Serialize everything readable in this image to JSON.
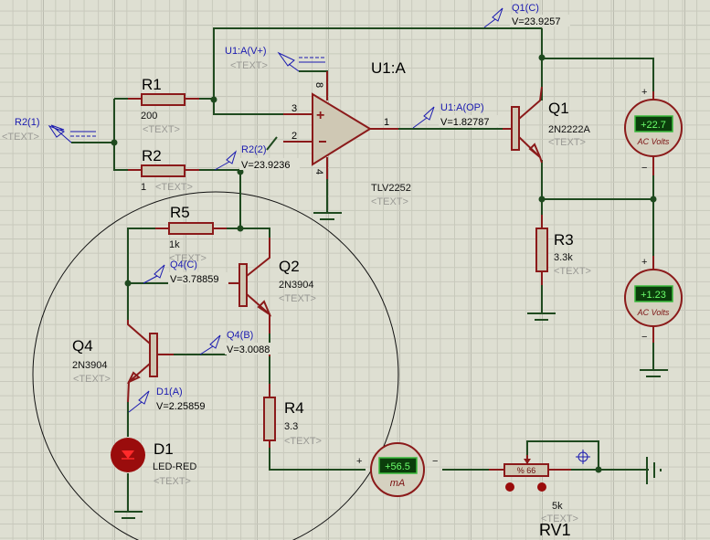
{
  "app": "Proteus ISIS schematic",
  "placeholder_text": "<TEXT>",
  "components": {
    "R1": {
      "ref": "R1",
      "value": "200"
    },
    "R2": {
      "ref": "R2",
      "value": "1"
    },
    "R3": {
      "ref": "R3",
      "value": "3.3k"
    },
    "R4": {
      "ref": "R4",
      "value": "3.3"
    },
    "R5": {
      "ref": "R5",
      "value": "1k"
    },
    "U1": {
      "ref": "U1:A",
      "value": "TLV2252",
      "pins": {
        "plus": "3",
        "minus": "2",
        "out": "1",
        "vplus": "8",
        "vminus": "4"
      }
    },
    "Q1": {
      "ref": "Q1",
      "value": "2N2222A"
    },
    "Q2": {
      "ref": "Q2",
      "value": "2N3904"
    },
    "Q4": {
      "ref": "Q4",
      "value": "2N3904"
    },
    "D1": {
      "ref": "D1",
      "value": "LED-RED"
    },
    "RV1": {
      "ref": "RV1",
      "value": "5k",
      "wiper": "% 66"
    }
  },
  "probes": {
    "r2_1": {
      "name": "R2(1)"
    },
    "u1_vplus": {
      "name": "U1:A(V+)"
    },
    "r2_2": {
      "name": "R2(2)",
      "voltage": "V=23.9236"
    },
    "u1_op": {
      "name": "U1:A(OP)",
      "voltage": "V=1.82787"
    },
    "q1_c": {
      "name": "Q1(C)",
      "voltage": "V=23.9257"
    },
    "q4_c": {
      "name": "Q4(C)",
      "voltage": "V=3.78859"
    },
    "q4_b": {
      "name": "Q4(B)",
      "voltage": "V=3.0088"
    },
    "d1_a": {
      "name": "D1(A)",
      "voltage": "V=2.25859"
    }
  },
  "meters": {
    "volt1": {
      "reading": "+22.7",
      "unit": "AC Volts"
    },
    "volt2": {
      "reading": "+1.23",
      "unit": "AC Volts"
    },
    "amm": {
      "reading": "+56.5",
      "unit": "mA"
    }
  },
  "colors": {
    "wire": "#1f4a1f",
    "component": "#8b1a1a",
    "probe": "#1a1ab0",
    "lcd_bg": "#0b3d0b",
    "lcd_text": "#6cff6c",
    "led": "#9a0c0c"
  }
}
